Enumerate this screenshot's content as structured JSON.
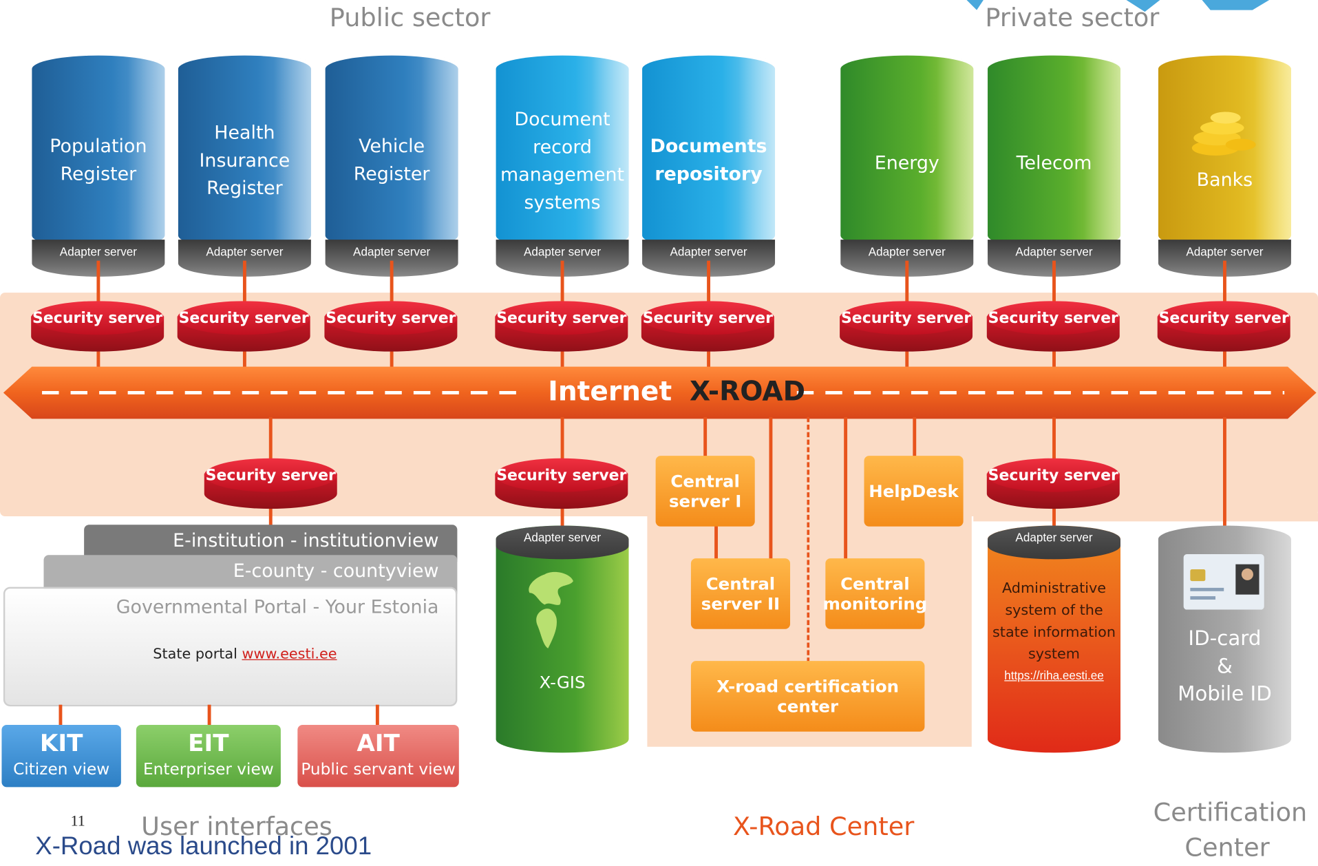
{
  "headings": {
    "public_sector": "Public sector",
    "private_sector": "Private sector",
    "user_interfaces": "User interfaces",
    "xroad_center": "X-Road Center",
    "certification_center_line1": "Certification",
    "certification_center_line2": "Center"
  },
  "databases": [
    {
      "lines": [
        "Population",
        "Register"
      ],
      "adapter": "Adapter server"
    },
    {
      "lines": [
        "Health",
        "Insurance",
        "Register"
      ],
      "adapter": "Adapter server"
    },
    {
      "lines": [
        "Vehicle",
        "Register"
      ],
      "adapter": "Adapter server"
    },
    {
      "lines": [
        "Document",
        "record",
        "management",
        "systems"
      ],
      "adapter": "Adapter server"
    },
    {
      "lines": [
        "Documents",
        "repository"
      ],
      "adapter": "Adapter server"
    },
    {
      "lines": [
        "Energy"
      ],
      "adapter": "Adapter server"
    },
    {
      "lines": [
        "Telecom"
      ],
      "adapter": "Adapter server"
    },
    {
      "lines": [
        "Banks"
      ],
      "adapter": "Adapter server"
    }
  ],
  "security_server_label": "Security server",
  "bus": {
    "internet": "Internet",
    "xroad": "X-ROAD"
  },
  "center_boxes": {
    "central_server_1": [
      "Central",
      "server I"
    ],
    "central_server_2": [
      "Central",
      "server II"
    ],
    "central_monitoring": [
      "Central",
      "monitoring"
    ],
    "helpdesk": "HelpDesk",
    "certification": "X-road certification center"
  },
  "portal": {
    "institutionview": "E-institution - institutionview",
    "countyview": "E-county - countyview",
    "governmental": "Governmental Portal - Your Estonia",
    "state_portal_label": "State portal",
    "state_portal_link": "www.eesti.ee"
  },
  "views": [
    {
      "code": "KIT",
      "name": "Citizen view",
      "color": "#3d8fd6"
    },
    {
      "code": "EIT",
      "name": "Enterpriser view",
      "color": "#6fb84a"
    },
    {
      "code": "AIT",
      "name": "Public servant view",
      "color": "#e5605a"
    }
  ],
  "xgis": {
    "adapter": "Adapter server",
    "label": "X-GIS"
  },
  "riha": {
    "adapter": "Adapter server",
    "lines": [
      "Administrative",
      "system of the",
      "state information",
      "system"
    ],
    "link": "https://riha.eesti.ee"
  },
  "idcard": {
    "lines": [
      "ID-card",
      "&",
      "Mobile ID"
    ]
  },
  "footer": {
    "page_number": "11",
    "caption": "X-Road was launched in 2001"
  },
  "colors": {
    "bus_orange": "#f0641e",
    "security_red": "#d01828",
    "center_orange": "#f7a030",
    "panel_peach": "#fbd9c4"
  }
}
